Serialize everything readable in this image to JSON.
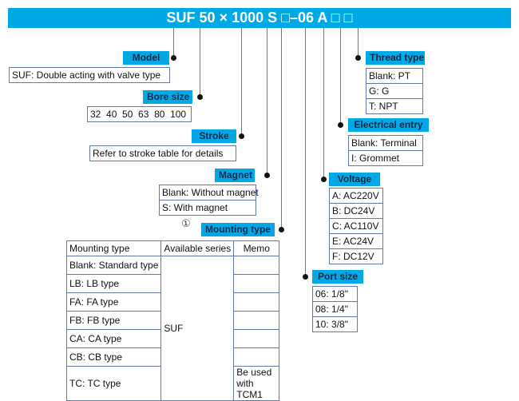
{
  "banner": {
    "code": "SUF 50 × 1000 S □–06 A □ □"
  },
  "model": {
    "label": "Model",
    "options": [
      "SUF: Double acting with valve type"
    ]
  },
  "bore": {
    "label": "Bore size",
    "options": [
      "32  40  50  63  80  100"
    ]
  },
  "stroke": {
    "label": "Stroke",
    "options": [
      "Refer to stroke table for details"
    ]
  },
  "magnet": {
    "label": "Magnet",
    "options": [
      "Blank: Without magnet",
      "S: With magnet"
    ]
  },
  "mounting": {
    "marker": "①",
    "label": "Mounting type",
    "headers": [
      "Mounting type",
      "Available series",
      "Memo"
    ],
    "rows": [
      {
        "type": "Blank: Standard type",
        "memo": ""
      },
      {
        "type": "LB: LB type",
        "memo": ""
      },
      {
        "type": "FA: FA type",
        "memo": ""
      },
      {
        "type": "FB: FB type",
        "memo": ""
      },
      {
        "type": "CA: CA type",
        "memo": ""
      },
      {
        "type": "CB: CB type",
        "memo": ""
      },
      {
        "type": "TC: TC type",
        "memo": "Be used with TCM1"
      }
    ],
    "series": "SUF"
  },
  "port": {
    "label": "Port size",
    "options": [
      "06: 1/8\"",
      "08: 1/4\"",
      "10: 3/8\""
    ]
  },
  "voltage": {
    "label": "Voltage",
    "options": [
      "A: AC220V",
      "B: DC24V",
      "C: AC110V",
      "E: AC24V",
      "F: DC12V"
    ]
  },
  "electrical": {
    "label": "Electrical entry",
    "options": [
      "Blank: Terminal",
      "I: Grommet"
    ]
  },
  "thread": {
    "label": "Thread type",
    "options": [
      "Blank: PT",
      "G: G",
      "T: NPT"
    ]
  },
  "colors": {
    "accent": "#00a9e6",
    "label_text": "#0d2a4a",
    "border": "#6678a8"
  }
}
